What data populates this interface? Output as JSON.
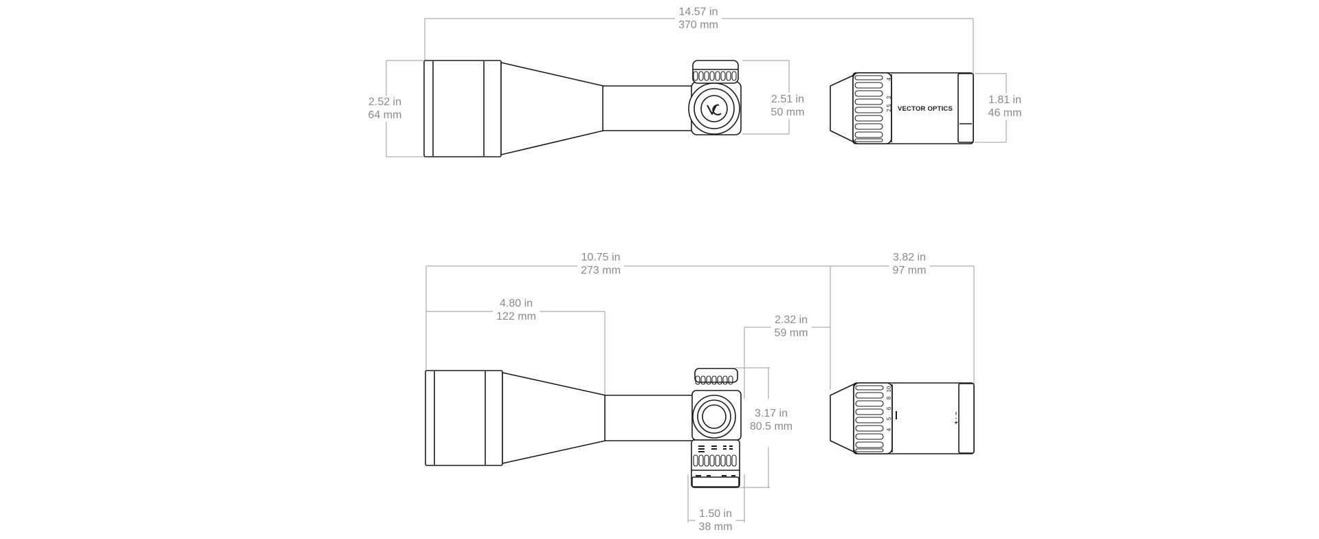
{
  "brand": "VECTOR OPTICS",
  "colors": {
    "outline": "#1a1a1a",
    "dimension_line": "#9a9a9a",
    "dimension_text": "#8a8a8a"
  },
  "top_view": {
    "overall_length": {
      "inch": "14.57 in",
      "mm": "370 mm"
    },
    "objective_height": {
      "inch": "2.52 in",
      "mm": "64 mm"
    },
    "turret_height": {
      "inch": "2.51 in",
      "mm": "50 mm"
    },
    "eyepiece_height": {
      "inch": "1.81 in",
      "mm": "46 mm"
    },
    "zoom_marks": [
      "4",
      "3",
      "2.5"
    ]
  },
  "side_view": {
    "turret_to_front": {
      "inch": "10.75 in",
      "mm": "273 mm"
    },
    "eyepiece_length": {
      "inch": "3.82 in",
      "mm": "97 mm"
    },
    "objective_to_tube": {
      "inch": "4.80 in",
      "mm": "122 mm"
    },
    "turret_to_eyepiece": {
      "inch": "2.32 in",
      "mm": "59 mm"
    },
    "turret_height": {
      "inch": "3.17 in",
      "mm": "80.5 mm"
    },
    "turret_width": {
      "inch": "1.50 in",
      "mm": "38 mm"
    },
    "zoom_marks": [
      "4",
      "5",
      "6",
      "8",
      "10"
    ],
    "diopter_mark": "+ · −"
  }
}
